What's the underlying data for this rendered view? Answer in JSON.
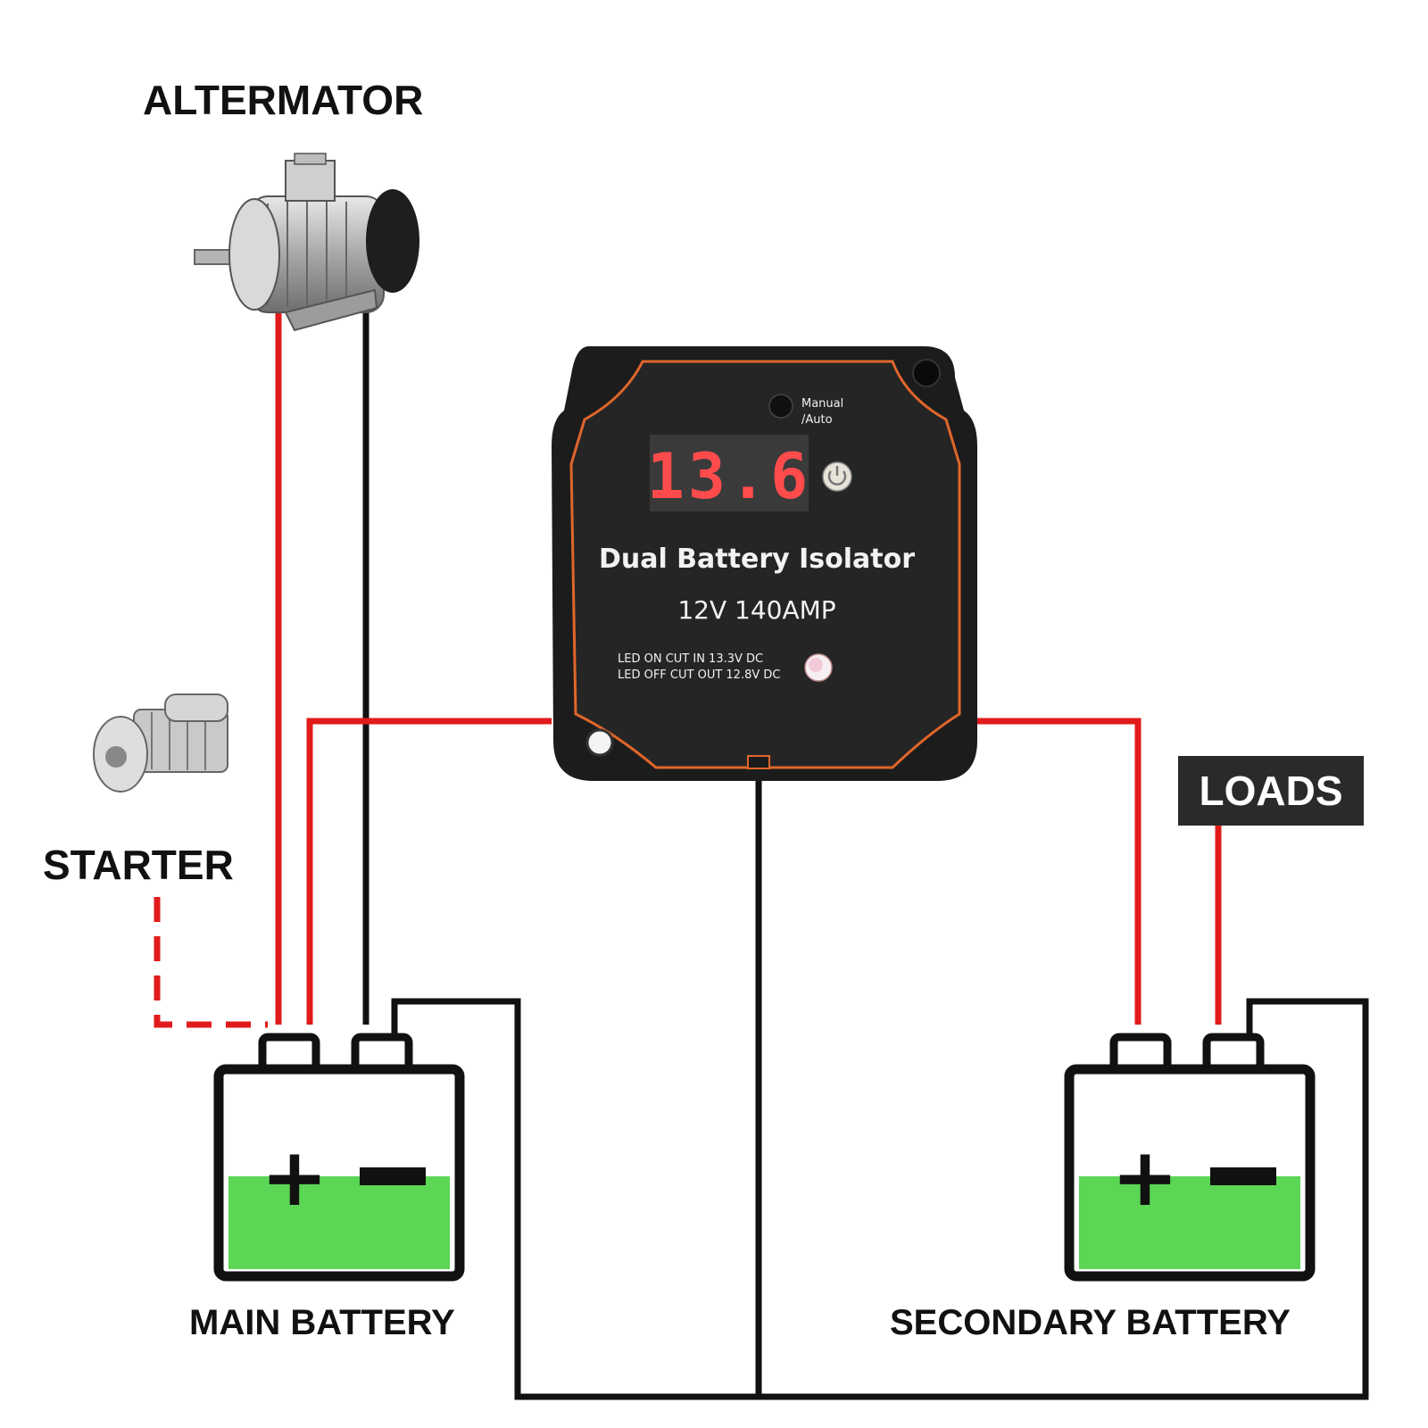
{
  "labels": {
    "alternator": "ALTERMATOR",
    "starter": "STARTER",
    "loads": "LOADS",
    "main_battery": "MAIN BATTERY",
    "secondary_battery": "SECONDARY BATTERY"
  },
  "isolator": {
    "display_value": "13.6",
    "title": "Dual Battery Isolator",
    "rating": "12V  140AMP",
    "button_label_1": "Manual",
    "button_label_2": "/Auto",
    "led_note_1": "LED ON CUT IN 13.3V DC",
    "led_note_2": "LED OFF CUT OUT 12.8V DC"
  },
  "battery_symbols": {
    "positive": "+",
    "negative": "−"
  },
  "colors": {
    "positive_wire": "#e11b1b",
    "ground_wire": "#111111",
    "battery_fill": "#5bd655",
    "device_body": "#1c1c1c",
    "device_trim": "#e0662a",
    "display_digits": "#ff4b4b"
  },
  "icons": [
    "alternator-icon",
    "starter-motor-icon",
    "power-button-icon",
    "led-indicator-icon"
  ]
}
